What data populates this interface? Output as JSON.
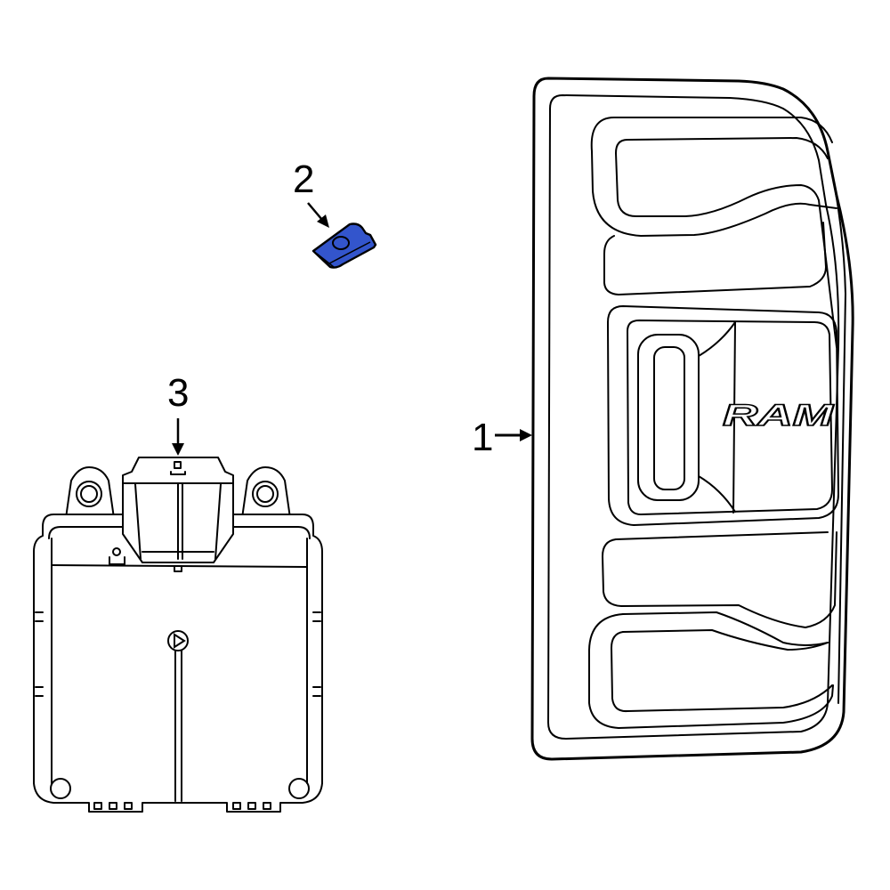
{
  "diagram": {
    "type": "parts-exploded-view",
    "callouts": [
      {
        "number": "1",
        "part": "tail-lamp-assembly"
      },
      {
        "number": "2",
        "part": "clip-nut"
      },
      {
        "number": "3",
        "part": "module"
      }
    ],
    "highlight_color": "#3355cc",
    "line_color": "#000000",
    "background": "#ffffff",
    "tail_lamp": {
      "badge_text": "RAM"
    }
  }
}
